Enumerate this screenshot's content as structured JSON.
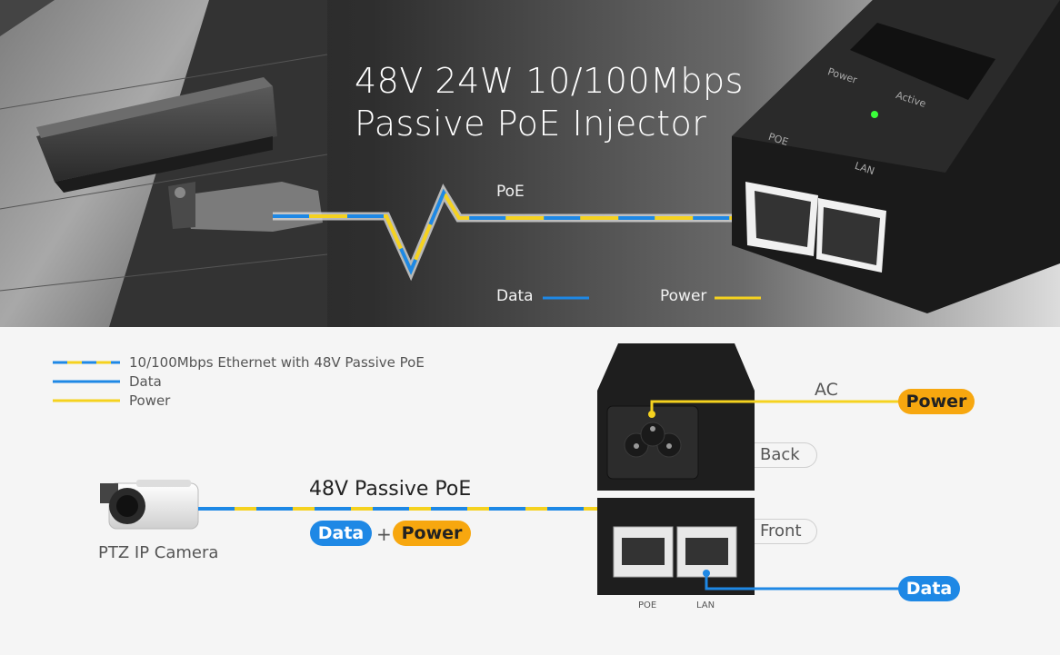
{
  "title": {
    "line1": "48V 24W 10/100Mbps",
    "line2": "Passive PoE Injector"
  },
  "top_diagram": {
    "poe_label": "PoE",
    "data_legend": "Data",
    "power_legend": "Power",
    "device_labels": [
      "Power",
      "Active",
      "POE",
      "LAN"
    ]
  },
  "legend": {
    "items": [
      {
        "label": "10/100Mbps Ethernet with 48V Passive PoE",
        "style": "dashed-mixed"
      },
      {
        "label": "Data",
        "style": "blue"
      },
      {
        "label": "Power",
        "style": "yellow"
      }
    ]
  },
  "bottom_diagram": {
    "camera_label": "PTZ IP Camera",
    "link_label": "48V Passive PoE",
    "data_badge": "Data",
    "plus": "+",
    "power_badge": "Power",
    "ac_label": "AC",
    "ac_power_badge": "Power",
    "back_label": "Back",
    "front_label": "Front",
    "lan_data_badge": "Data",
    "port_poe": "POE",
    "port_lan": "LAN"
  },
  "colors": {
    "data_blue": "#1e88e5",
    "power_yellow": "#f5d21f",
    "badge_orange": "#f7a70f",
    "device_black": "#1e1e1e"
  }
}
